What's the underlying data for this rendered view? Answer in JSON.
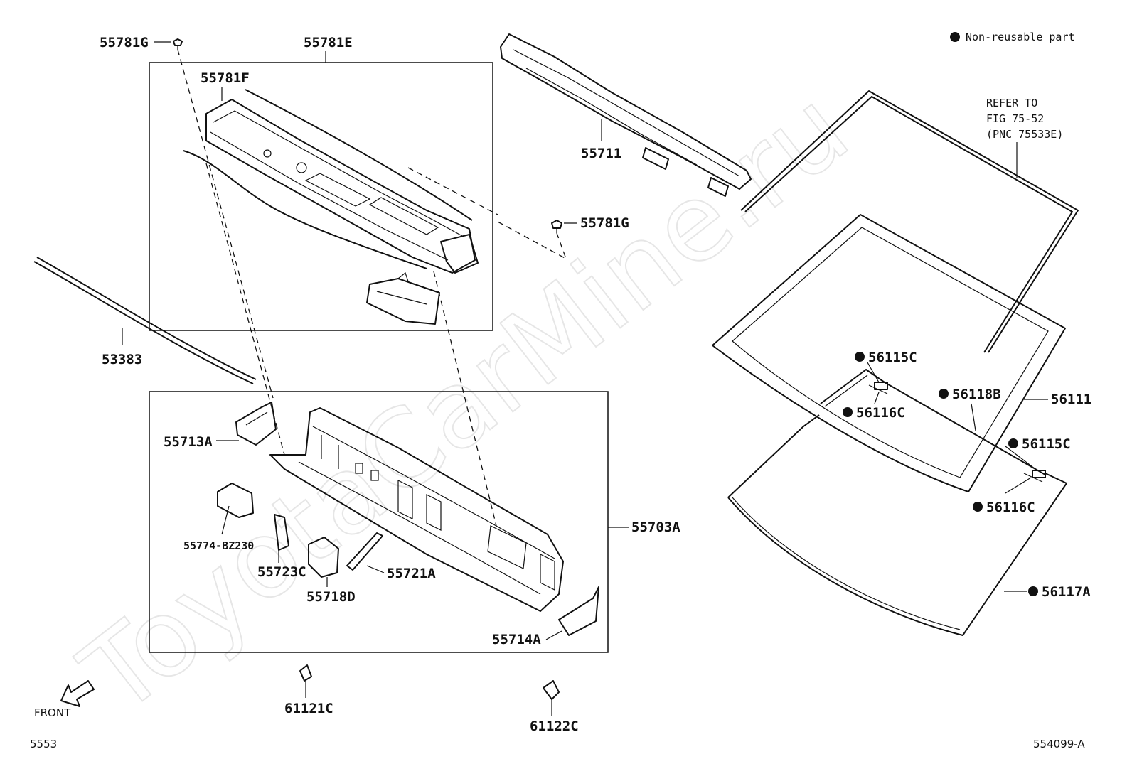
{
  "legend": {
    "text": "Non-reusable part"
  },
  "watermark": "ToyotaCarMine.ru",
  "refer_note": {
    "line1": "REFER TO",
    "line2": "FIG 75-52",
    "line3": "(PNC 75533E)"
  },
  "front_label": "FRONT",
  "footer": {
    "left": "5553",
    "right": "554099-A"
  },
  "parts": {
    "p55781G_top": "55781G",
    "p55781E": "55781E",
    "p55781F": "55781F",
    "p55711": "55711",
    "p55781G_mid": "55781G",
    "p53383": "53383",
    "p55713A": "55713A",
    "p55774": "55774-BZ230",
    "p55723C": "55723C",
    "p55718D": "55718D",
    "p55721A": "55721A",
    "p55703A": "55703A",
    "p55714A": "55714A",
    "p61121C": "61121C",
    "p61122C": "61122C",
    "p56115C_a": "56115C",
    "p56116C_a": "56116C",
    "p56118B": "56118B",
    "p56111": "56111",
    "p56115C_b": "56115C",
    "p56116C_b": "56116C",
    "p56117A": "56117A"
  }
}
